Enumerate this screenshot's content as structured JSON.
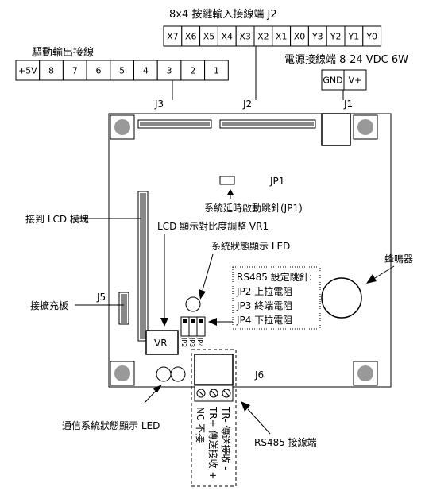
{
  "labels": {
    "j2_title": "8x4 按鍵輸入接線端 J2",
    "drive_title": "驅動輸出接線",
    "power_title": "電源接線端 8-24 VDC 6W",
    "j3": "J3",
    "j2": "J2",
    "j1": "J1",
    "jp1": "JP1",
    "jp1_desc": "系統延時啟動跳針(JP1)",
    "lcd": "接到 LCD 模塊",
    "vr_desc": "LCD 顯示對比度調整 VR1",
    "led_desc": "系統狀態顯示 LED",
    "rs485_jumper_title": "RS485 設定跳針:",
    "jp2_desc": "JP2 上拉電阻",
    "jp3_desc": "JP3 終端電阻",
    "jp4_desc": "JP4 下拉電阻",
    "buzzer": "蜂鳴器",
    "j5": "J5",
    "expansion": "接擴充板",
    "vr": "VR",
    "jp2": "JP2",
    "jp3": "JP3",
    "jp4": "JP4",
    "j6": "J6",
    "comm_led": "通信系統狀態顯示 LED",
    "rs485_terminal": "RS485 接線端",
    "tr_minus": "TR- 傳送接收 -",
    "tr_plus": "TR+ 傳送接收 +",
    "nc": "NC 不接"
  },
  "j2_pins": [
    "X7",
    "X6",
    "X5",
    "X4",
    "X3",
    "X2",
    "X1",
    "X0",
    "Y3",
    "Y2",
    "Y1",
    "Y0"
  ],
  "j3_pins": [
    "+5V",
    "8",
    "7",
    "6",
    "5",
    "4",
    "3",
    "2",
    "1"
  ],
  "j1_pins": [
    "GND",
    "V+"
  ]
}
